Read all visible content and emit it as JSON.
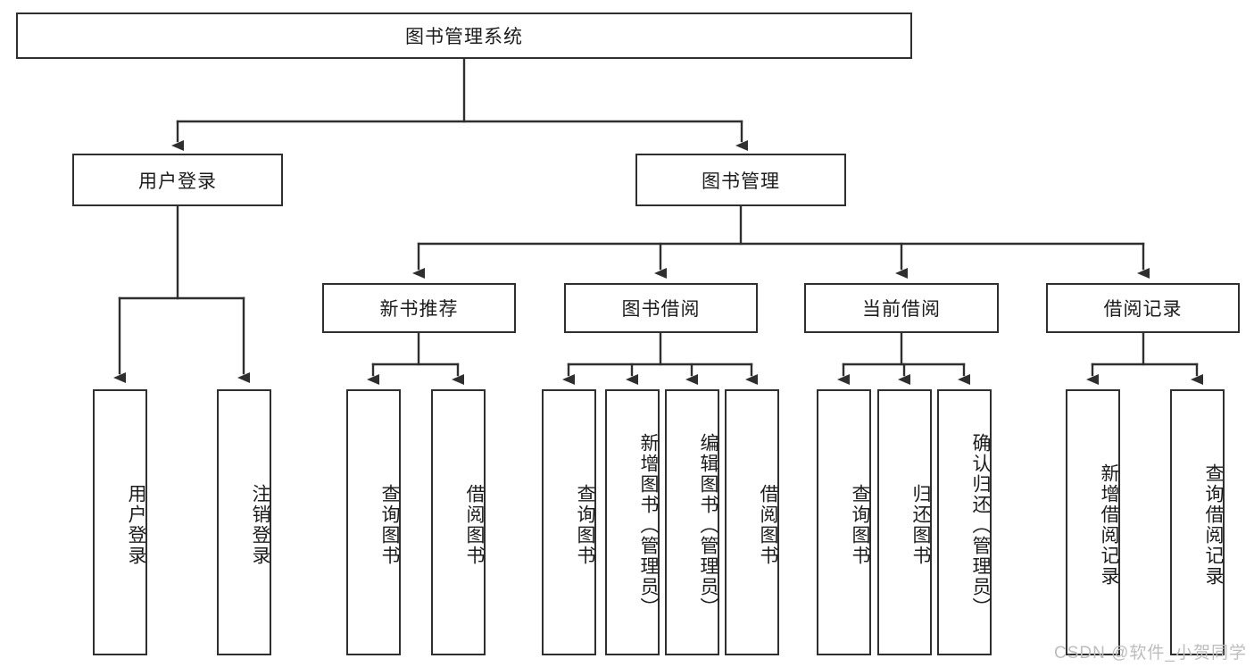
{
  "diagram": {
    "title": "图书管理系统",
    "watermark": "CSDN @软件_小贺同学",
    "colors": {
      "box_border": "#2f2f2f",
      "box_fill": "#ffffff",
      "edge": "#2f2f2f",
      "text": "#1c1c1c",
      "watermark": "#bdbdbd"
    },
    "levels": {
      "root": {
        "label": "图书管理系统"
      },
      "level2": [
        {
          "label": "用户登录"
        },
        {
          "label": "图书管理"
        }
      ],
      "level3": [
        {
          "label": "新书推荐"
        },
        {
          "label": "图书借阅"
        },
        {
          "label": "当前借阅"
        },
        {
          "label": "借阅记录"
        }
      ],
      "leaves": [
        {
          "label": "用户登录",
          "parent": "用户登录"
        },
        {
          "label": "注销登录",
          "parent": "用户登录"
        },
        {
          "label": "查询图书",
          "parent": "新书推荐"
        },
        {
          "label": "借阅图书",
          "parent": "新书推荐"
        },
        {
          "label": "查询图书",
          "parent": "图书借阅"
        },
        {
          "label": "新增图书（管理员）",
          "parent": "图书借阅"
        },
        {
          "label": "编辑图书（管理员）",
          "parent": "图书借阅"
        },
        {
          "label": "借阅图书",
          "parent": "图书借阅"
        },
        {
          "label": "查询图书",
          "parent": "当前借阅"
        },
        {
          "label": "归还图书",
          "parent": "当前借阅"
        },
        {
          "label": "确认归还（管理员）",
          "parent": "当前借阅"
        },
        {
          "label": "新增借阅记录",
          "parent": "借阅记录"
        },
        {
          "label": "查询借阅记录",
          "parent": "借阅记录"
        }
      ]
    }
  }
}
